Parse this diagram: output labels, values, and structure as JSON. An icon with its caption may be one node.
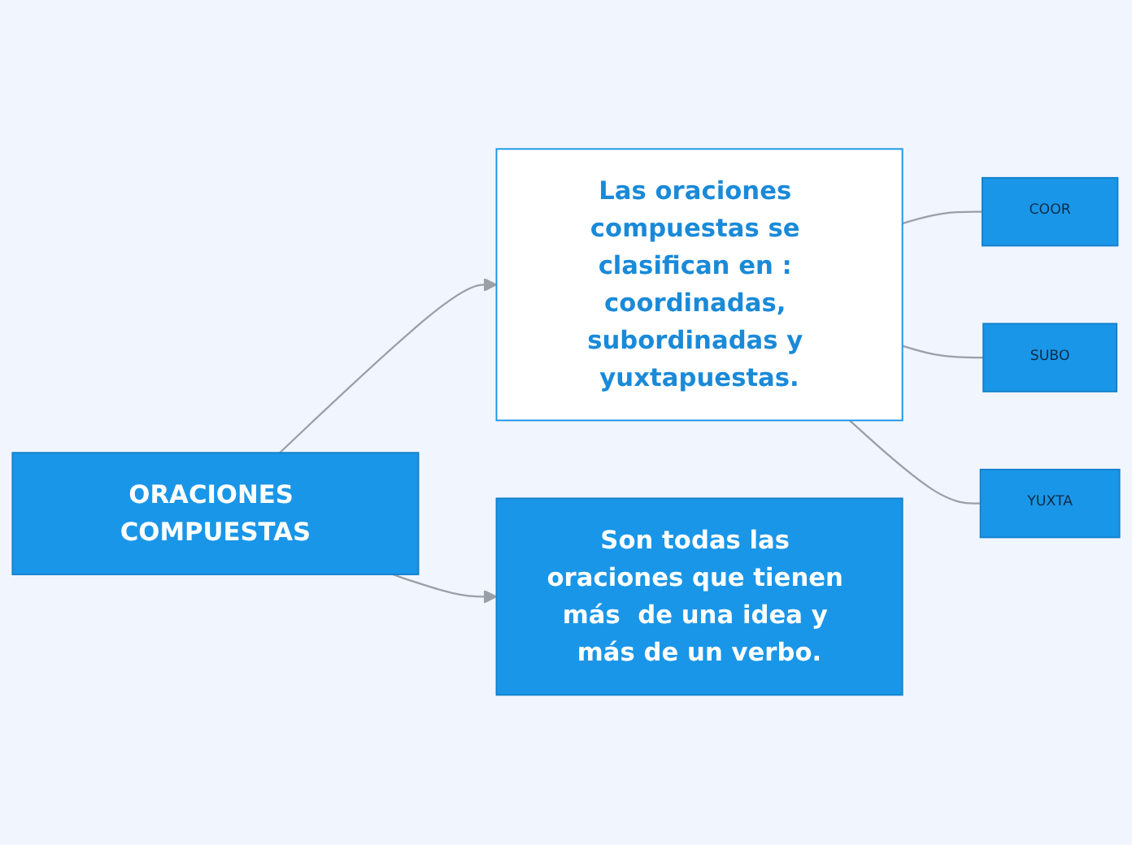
{
  "diagram": {
    "nodes": [
      {
        "text": [
          "ORACIONES COMPUESTAS"
        ]
      },
      {
        "text": [
          "Las oraciones compuestas se clasifican en : coordinadas, subordinadas y yuxtapuestas."
        ]
      },
      {
        "text": [
          "Son todas las oraciones que tienen más  de una idea y más de un verbo."
        ]
      },
      {
        "text": [
          "COOR"
        ]
      },
      {
        "text": [
          "SUBO"
        ]
      },
      {
        "text": [
          "YUXTA"
        ]
      }
    ],
    "edges": [
      {
        "from": 0,
        "to": 1,
        "arrow": "to"
      },
      {
        "from": 0,
        "to": 2,
        "arrow": "to"
      },
      {
        "from": 1,
        "to": 3,
        "arrow": "none"
      },
      {
        "from": 1,
        "to": 4,
        "arrow": "none"
      },
      {
        "from": 1,
        "to": 5,
        "arrow": "none"
      }
    ]
  }
}
